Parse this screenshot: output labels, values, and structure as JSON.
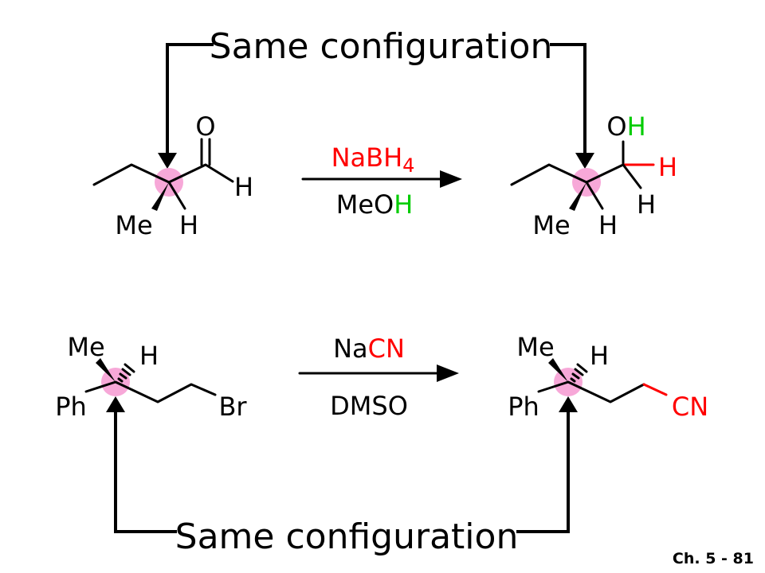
{
  "labels": {
    "top_caption": "Same configuration",
    "bottom_caption": "Same configuration",
    "footer": "Ch. 5 - 81"
  },
  "reaction1": {
    "reagent_above": {
      "NaBH": "NaBH",
      "sub": "4"
    },
    "reagent_below": {
      "MeO": "MeO",
      "H": "H"
    },
    "reactant_atoms": {
      "O": "O",
      "H_ald": "H",
      "Me": "Me",
      "H": "H"
    },
    "product_atoms": {
      "O": "O",
      "H_oh": "H",
      "H_red": "H",
      "H_ch2": "H",
      "Me": "Me",
      "H": "H"
    }
  },
  "reaction2": {
    "reagent_above": {
      "Na": "Na",
      "CN": "CN"
    },
    "reagent_below": "DMSO",
    "reactant_atoms": {
      "Me": "Me",
      "H": "H",
      "Ph": "Ph",
      "Br": "Br"
    },
    "product_atoms": {
      "Me": "Me",
      "H": "H",
      "Ph": "Ph",
      "CN": "CN"
    }
  },
  "colors": {
    "highlight_red": "#ff0000",
    "highlight_green": "#00cc00",
    "stereocenter": "#f7a8d8"
  }
}
